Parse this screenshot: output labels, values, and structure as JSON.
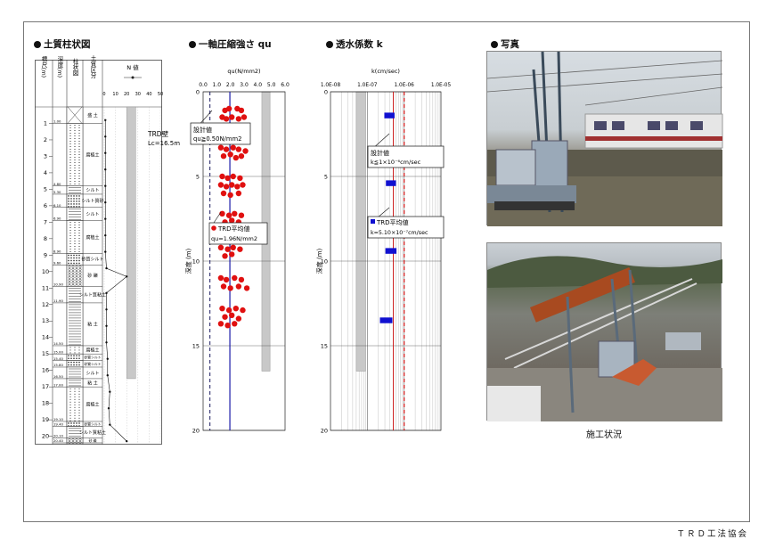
{
  "sections": {
    "strat_title": "土質柱状図",
    "qu_title": "一軸圧縮強さ qu",
    "k_title": "透水係数 k",
    "photo_title": "写真"
  },
  "footer": "ＴＲＤ工法協会",
  "photo_caption": "施工状況",
  "colors": {
    "points": "#e01010",
    "k_points": "#1010d0",
    "mean_line": "#1a1aa8",
    "design_line": "#1a1a60",
    "k_design": "#d01010",
    "bar": "#c8c8c8"
  },
  "strat": {
    "headers": [
      "標尺(m)",
      "深度(m)",
      "柱状図",
      "土質区分"
    ],
    "n_label": "N 値",
    "n_ticks": [
      "0",
      "10",
      "20",
      "30",
      "40",
      "50"
    ],
    "trd_label_1": "TRD壁",
    "trd_label_2": "Lc=16.5m",
    "depth_scale": [
      "1",
      "2",
      "3",
      "4",
      "5",
      "6",
      "7",
      "8",
      "9",
      "10",
      "11",
      "12",
      "13",
      "14",
      "15",
      "16",
      "17",
      "18",
      "19",
      "20"
    ],
    "layers": [
      {
        "top": 0.0,
        "bottom": 1.0,
        "depth_label": "1.00",
        "soil": "盛 土",
        "pattern": "fill"
      },
      {
        "top": 1.0,
        "bottom": 4.8,
        "depth_label": "4.80",
        "soil": "腐植土",
        "pattern": "humus"
      },
      {
        "top": 4.8,
        "bottom": 5.3,
        "depth_label": "5.30",
        "soil": "シルト",
        "pattern": "silt"
      },
      {
        "top": 5.3,
        "bottom": 6.1,
        "depth_label": "6.10",
        "soil": "シルト質砂",
        "pattern": "sandsilt"
      },
      {
        "top": 6.1,
        "bottom": 6.9,
        "depth_label": "6.90",
        "soil": "シルト",
        "pattern": "silt"
      },
      {
        "top": 6.9,
        "bottom": 8.9,
        "depth_label": "8.90",
        "soil": "腐植土",
        "pattern": "humus"
      },
      {
        "top": 8.9,
        "bottom": 9.6,
        "depth_label": "9.60",
        "soil": "砂質シルト",
        "pattern": "sandsilt"
      },
      {
        "top": 9.6,
        "bottom": 10.9,
        "depth_label": "10.90",
        "soil": "砂 礫",
        "pattern": "gravel"
      },
      {
        "top": 10.9,
        "bottom": 11.9,
        "depth_label": "11.90",
        "soil": "シルト質粘土",
        "pattern": "silt"
      },
      {
        "top": 11.9,
        "bottom": 14.5,
        "depth_label": "14.50",
        "soil": "粘 土",
        "pattern": "clay"
      },
      {
        "top": 14.5,
        "bottom": 15.0,
        "depth_label": "15.00",
        "soil": "腐植土",
        "pattern": "humus"
      },
      {
        "top": 15.0,
        "bottom": 15.4,
        "depth_label": "15.40",
        "soil": "砂質シルト",
        "pattern": "sandsilt"
      },
      {
        "top": 15.4,
        "bottom": 15.8,
        "depth_label": "15.80",
        "soil": "砂質シルト",
        "pattern": "sandsilt"
      },
      {
        "top": 15.8,
        "bottom": 16.5,
        "depth_label": "16.50",
        "soil": "シルト",
        "pattern": "silt"
      },
      {
        "top": 16.5,
        "bottom": 17.0,
        "depth_label": "17.00",
        "soil": "粘 土",
        "pattern": "clay"
      },
      {
        "top": 17.0,
        "bottom": 19.1,
        "depth_label": "19.10",
        "soil": "腐植土",
        "pattern": "humus"
      },
      {
        "top": 19.1,
        "bottom": 19.4,
        "depth_label": "19.40",
        "soil": "砂質シルト",
        "pattern": "sandsilt"
      },
      {
        "top": 19.4,
        "bottom": 20.1,
        "depth_label": "20.10",
        "soil": "シルト質粘土",
        "pattern": "silt"
      },
      {
        "top": 20.1,
        "bottom": 20.4,
        "depth_label": "20.40",
        "soil": "砂 礫",
        "pattern": "gravel"
      }
    ],
    "n_values": [
      {
        "depth": 0.8,
        "n": 1
      },
      {
        "depth": 1.8,
        "n": 1
      },
      {
        "depth": 2.8,
        "n": 1
      },
      {
        "depth": 3.8,
        "n": 1
      },
      {
        "depth": 4.8,
        "n": 1
      },
      {
        "depth": 5.8,
        "n": 1
      },
      {
        "depth": 6.8,
        "n": 1
      },
      {
        "depth": 7.8,
        "n": 1
      },
      {
        "depth": 8.8,
        "n": 1
      },
      {
        "depth": 9.8,
        "n": 2
      },
      {
        "depth": 10.3,
        "n": 20
      },
      {
        "depth": 11.3,
        "n": 2
      },
      {
        "depth": 12.3,
        "n": 2
      },
      {
        "depth": 13.3,
        "n": 2
      },
      {
        "depth": 14.3,
        "n": 2
      },
      {
        "depth": 15.3,
        "n": 3
      },
      {
        "depth": 16.3,
        "n": 3
      },
      {
        "depth": 17.3,
        "n": 5
      },
      {
        "depth": 18.3,
        "n": 4
      },
      {
        "depth": 19.3,
        "n": 5
      },
      {
        "depth": 20.3,
        "n": 20
      }
    ],
    "trd_depth": 16.5,
    "trd_n_range": [
      20,
      28
    ]
  },
  "chart_data": [
    {
      "type": "scatter",
      "title": "qu(N/mm2)",
      "ylabel": "深度 (m)",
      "x_ticks": [
        "0.0",
        "1.0",
        "2.0",
        "3.0",
        "4.0",
        "5.0",
        "6.0"
      ],
      "y_ticks": [
        "0",
        "5",
        "10",
        "15",
        "20"
      ],
      "xlim": [
        0,
        6
      ],
      "ylim": [
        0,
        20
      ],
      "design_value": 0.5,
      "mean_value": 1.96,
      "bar": {
        "x_range": [
          4.3,
          4.9
        ],
        "depth_range": [
          0,
          16.5
        ]
      },
      "annotations": {
        "design_1": "設計値",
        "design_2": "qu≧0.50N/mm2",
        "mean_1": "TRD平均値",
        "mean_2": "qu=1.96N/mm2"
      },
      "points": [
        {
          "x": 1.6,
          "y": 1.1
        },
        {
          "x": 1.9,
          "y": 1.0
        },
        {
          "x": 2.5,
          "y": 1.0
        },
        {
          "x": 2.8,
          "y": 1.1
        },
        {
          "x": 1.4,
          "y": 1.5
        },
        {
          "x": 1.7,
          "y": 1.6
        },
        {
          "x": 2.1,
          "y": 1.5
        },
        {
          "x": 2.6,
          "y": 1.6
        },
        {
          "x": 3.0,
          "y": 1.5
        },
        {
          "x": 1.5,
          "y": 2.0
        },
        {
          "x": 2.0,
          "y": 2.1
        },
        {
          "x": 2.4,
          "y": 2.0
        },
        {
          "x": 2.8,
          "y": 2.1
        },
        {
          "x": 1.3,
          "y": 3.3
        },
        {
          "x": 1.7,
          "y": 3.4
        },
        {
          "x": 2.2,
          "y": 3.3
        },
        {
          "x": 2.6,
          "y": 3.4
        },
        {
          "x": 3.1,
          "y": 3.5
        },
        {
          "x": 1.5,
          "y": 3.8
        },
        {
          "x": 2.0,
          "y": 3.7
        },
        {
          "x": 2.4,
          "y": 3.9
        },
        {
          "x": 2.8,
          "y": 3.8
        },
        {
          "x": 1.4,
          "y": 5.0
        },
        {
          "x": 1.8,
          "y": 5.1
        },
        {
          "x": 2.2,
          "y": 5.0
        },
        {
          "x": 2.7,
          "y": 5.1
        },
        {
          "x": 1.3,
          "y": 5.5
        },
        {
          "x": 1.7,
          "y": 5.6
        },
        {
          "x": 2.1,
          "y": 5.5
        },
        {
          "x": 2.5,
          "y": 5.6
        },
        {
          "x": 2.9,
          "y": 5.5
        },
        {
          "x": 1.5,
          "y": 6.0
        },
        {
          "x": 2.0,
          "y": 6.1
        },
        {
          "x": 2.6,
          "y": 6.0
        },
        {
          "x": 1.4,
          "y": 7.2
        },
        {
          "x": 1.9,
          "y": 7.3
        },
        {
          "x": 2.3,
          "y": 7.2
        },
        {
          "x": 2.8,
          "y": 7.3
        },
        {
          "x": 1.6,
          "y": 7.7
        },
        {
          "x": 2.1,
          "y": 7.6
        },
        {
          "x": 2.6,
          "y": 7.7
        },
        {
          "x": 1.5,
          "y": 8.7
        },
        {
          "x": 2.0,
          "y": 8.8
        },
        {
          "x": 2.5,
          "y": 8.7
        },
        {
          "x": 1.3,
          "y": 9.2
        },
        {
          "x": 1.8,
          "y": 9.3
        },
        {
          "x": 2.2,
          "y": 9.2
        },
        {
          "x": 2.7,
          "y": 9.3
        },
        {
          "x": 1.6,
          "y": 9.7
        },
        {
          "x": 2.1,
          "y": 9.6
        },
        {
          "x": 1.3,
          "y": 11.0
        },
        {
          "x": 1.7,
          "y": 11.1
        },
        {
          "x": 2.3,
          "y": 11.0
        },
        {
          "x": 2.8,
          "y": 11.1
        },
        {
          "x": 1.5,
          "y": 11.5
        },
        {
          "x": 2.0,
          "y": 11.6
        },
        {
          "x": 2.6,
          "y": 11.5
        },
        {
          "x": 3.2,
          "y": 11.6
        },
        {
          "x": 1.4,
          "y": 12.8
        },
        {
          "x": 1.9,
          "y": 12.9
        },
        {
          "x": 2.4,
          "y": 12.8
        },
        {
          "x": 2.9,
          "y": 12.9
        },
        {
          "x": 1.6,
          "y": 13.3
        },
        {
          "x": 2.1,
          "y": 13.2
        },
        {
          "x": 2.6,
          "y": 13.4
        },
        {
          "x": 1.3,
          "y": 13.7
        },
        {
          "x": 1.8,
          "y": 13.8
        },
        {
          "x": 2.3,
          "y": 13.7
        }
      ]
    },
    {
      "type": "scatter",
      "title": "k(cm/sec)",
      "ylabel": "深度 (m)",
      "x_scale": "log",
      "x_ticks": [
        "1.0E-08",
        "1.0E-07",
        "1.0E-06",
        "1.0E-05"
      ],
      "y_ticks": [
        "0",
        "5",
        "10",
        "15",
        "20"
      ],
      "xlim": [
        1e-08,
        1e-05
      ],
      "ylim": [
        0,
        20
      ],
      "design_value": 1e-06,
      "mean_value": 5.1e-07,
      "bar": {
        "x_range": [
          5e-08,
          9e-08
        ],
        "depth_range": [
          0,
          16.5
        ]
      },
      "annotations": {
        "design_1": "設計値",
        "design_2": "k≦1×10⁻⁶cm/sec",
        "mean_1": "TRD平均値",
        "mean_2": "k=5.10×10⁻⁷cm/sec"
      },
      "points": [
        {
          "x_min": 2.9e-07,
          "x_max": 5.5e-07,
          "y": 1.4
        },
        {
          "x_min": 3.2e-07,
          "x_max": 6e-07,
          "y": 5.4
        },
        {
          "x_min": 3.1e-07,
          "x_max": 6.2e-07,
          "y": 9.4
        },
        {
          "x_min": 2.2e-07,
          "x_max": 4.8e-07,
          "y": 13.5
        }
      ]
    }
  ]
}
